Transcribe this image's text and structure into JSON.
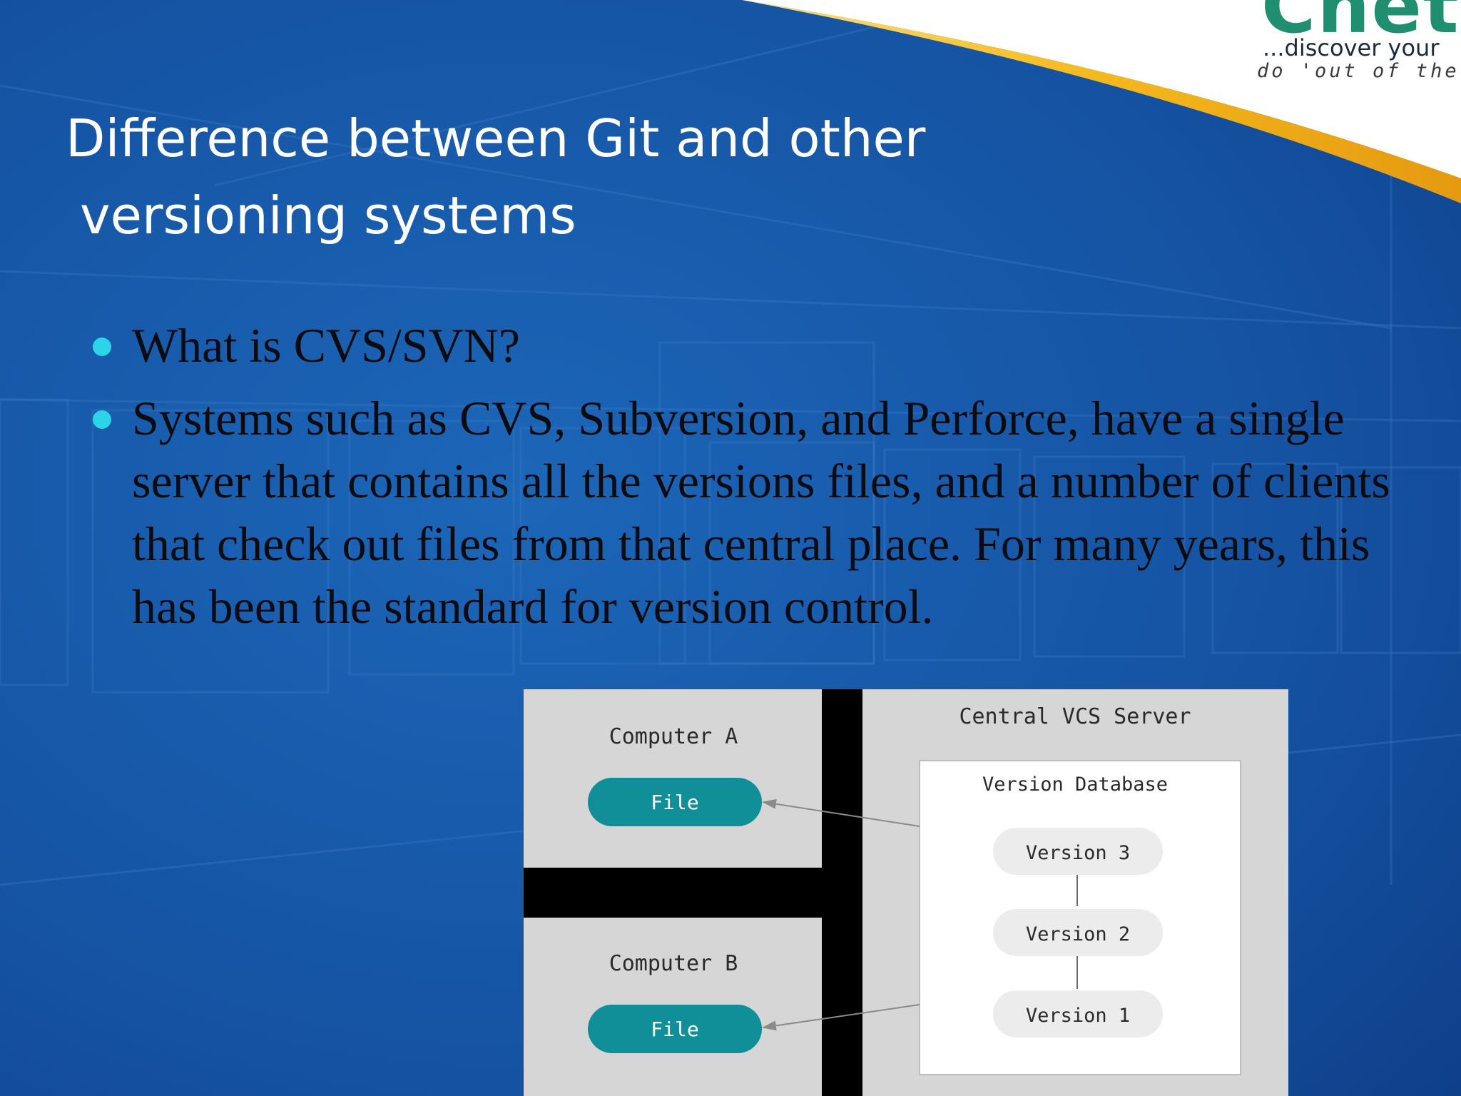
{
  "slide": {
    "title_line1": "Difference between Git and other",
    "title_line2": " versioning systems",
    "bullets": [
      "What is CVS/SVN?",
      "Systems such as CVS, Subversion, and Perforce, have a single server that contains all the versions files, and a number of clients that check out files from that central place. For many years, this has been the standard for version control."
    ]
  },
  "logo": {
    "word": "Chet",
    "tagline": "...discover your",
    "sub": "do 'out of the b"
  },
  "diagram": {
    "computer_a": "Computer A",
    "computer_b": "Computer B",
    "file_a": "File",
    "file_b": "File",
    "server": "Central VCS Server",
    "database": "Version Database",
    "versions": [
      "Version 3",
      "Version 2",
      "Version 1"
    ]
  },
  "colors": {
    "background": "#1650a0",
    "bullet": "#2bd4e6",
    "file_pill": "#108f99",
    "swoosh": "#f4b81c"
  }
}
